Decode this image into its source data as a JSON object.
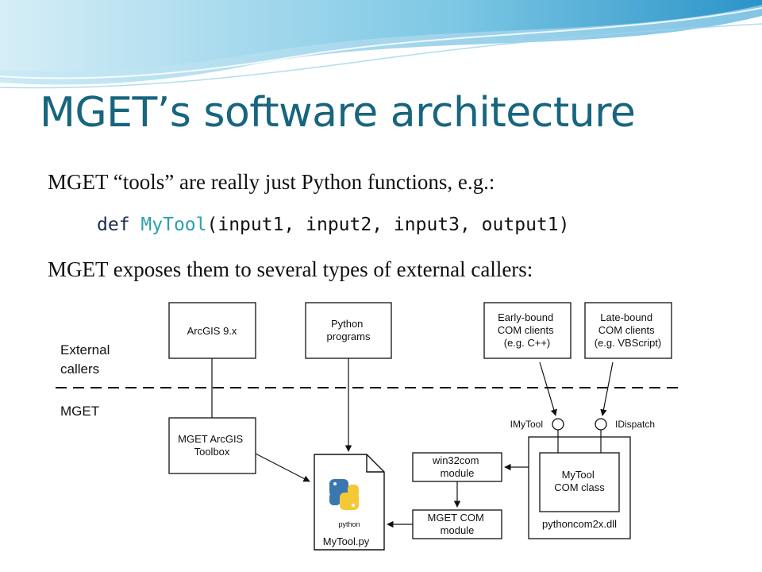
{
  "title": "MGET’s software architecture",
  "bullets": {
    "b1": "MGET “tools” are really just Python functions, e.g.:",
    "b2": "MGET exposes them to several types of external callers:"
  },
  "code": {
    "keyword": "def",
    "function": "MyTool",
    "params": "(input1, input2, input3, output1)"
  },
  "diagram": {
    "zone_external": [
      "External",
      "callers"
    ],
    "zone_mget": "MGET",
    "arcgis": "ArcGIS 9.x",
    "python_programs": [
      "Python",
      "programs"
    ],
    "early_com": [
      "Early-bound",
      "COM clients",
      "(e.g. C++)"
    ],
    "late_com": [
      "Late-bound",
      "COM clients",
      "(e.g. VBScript)"
    ],
    "imytool": "IMyTool",
    "idispatch": "IDispatch",
    "toolbox": [
      "MGET ArcGIS",
      "Toolbox"
    ],
    "win32com": [
      "win32com",
      "module"
    ],
    "mget_com": [
      "MGET COM",
      "module"
    ],
    "com_class": [
      "MyTool",
      "COM class"
    ],
    "dll": "pythoncom2x.dll",
    "python_logo_text": "python",
    "file_name": "MyTool.py"
  },
  "colors": {
    "title": "#17657e",
    "code_keyword": "#1a2c52",
    "code_function": "#2aa0b0",
    "python_blue": "#3a77b0",
    "python_yellow": "#f5c935"
  }
}
